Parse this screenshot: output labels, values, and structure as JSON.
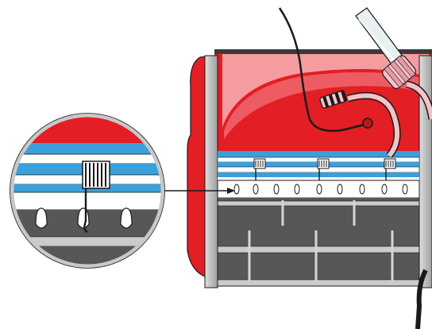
{
  "diagram": {
    "colors": {
      "background": "#ffffff",
      "housing_red": "#e31e24",
      "housing_red_light": "#f59aa0",
      "dark_red": "#c0161b",
      "blue_band": "#3aa0dc",
      "white_band": "#ffffff",
      "grey_chamber": "#555759",
      "grey_light": "#b4b6b8",
      "frame_grey": "#c8c8c8",
      "outline": "#1a1a1a",
      "tube_pink": "#f4c2c7",
      "tube_clear": "#e8f0f2"
    },
    "parts": [
      "heater-housing",
      "side-frame",
      "heating-elements",
      "coil-hooks",
      "chamber-posts",
      "cable",
      "tube-connector",
      "valve",
      "magnifier-callout",
      "pointer-arrow"
    ]
  }
}
